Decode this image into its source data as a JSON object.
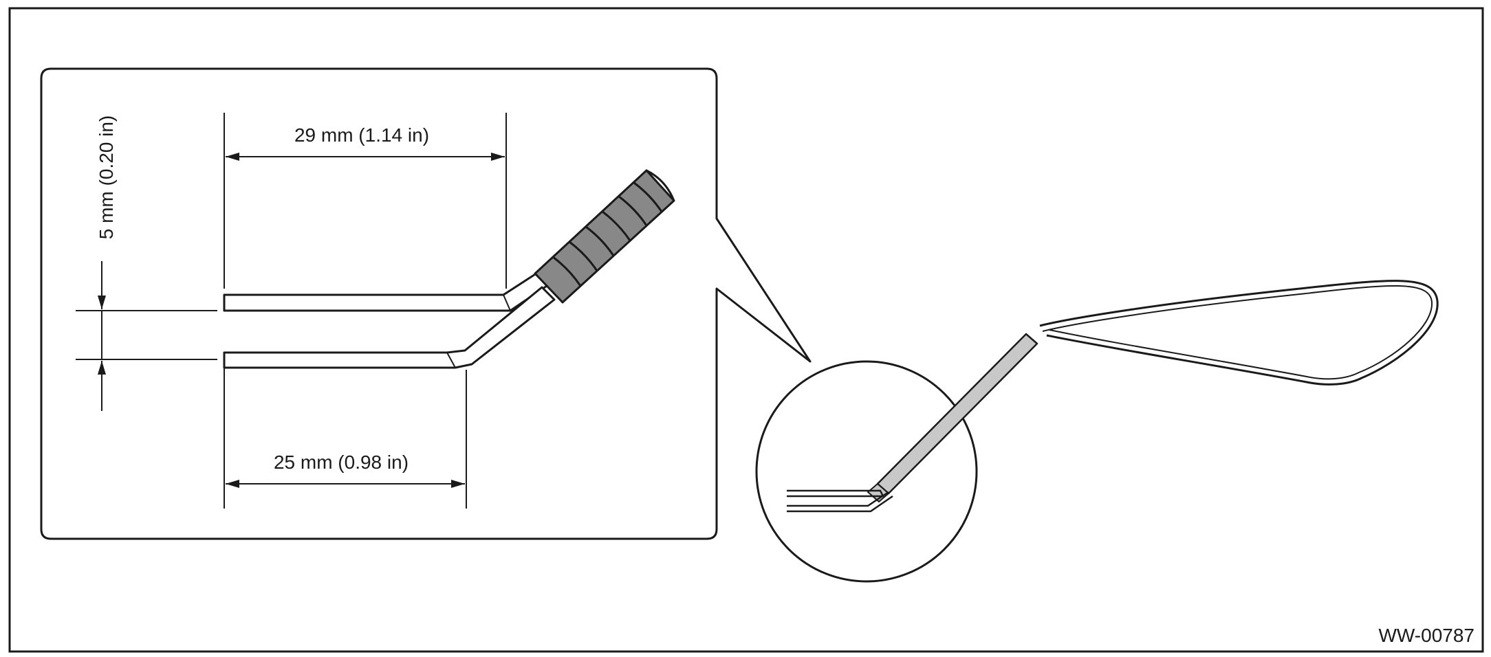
{
  "figure": {
    "code": "WW-00787"
  },
  "dimensions": {
    "overall_length": "29 mm (1.14 in)",
    "straight_length": "25 mm (0.98 in)",
    "gap": "5 mm (0.20 in)"
  },
  "colors": {
    "line": "#1a1a1a",
    "grip_fill": "#888888",
    "shaft_fill": "#c8c8c8",
    "background": "#ffffff"
  }
}
